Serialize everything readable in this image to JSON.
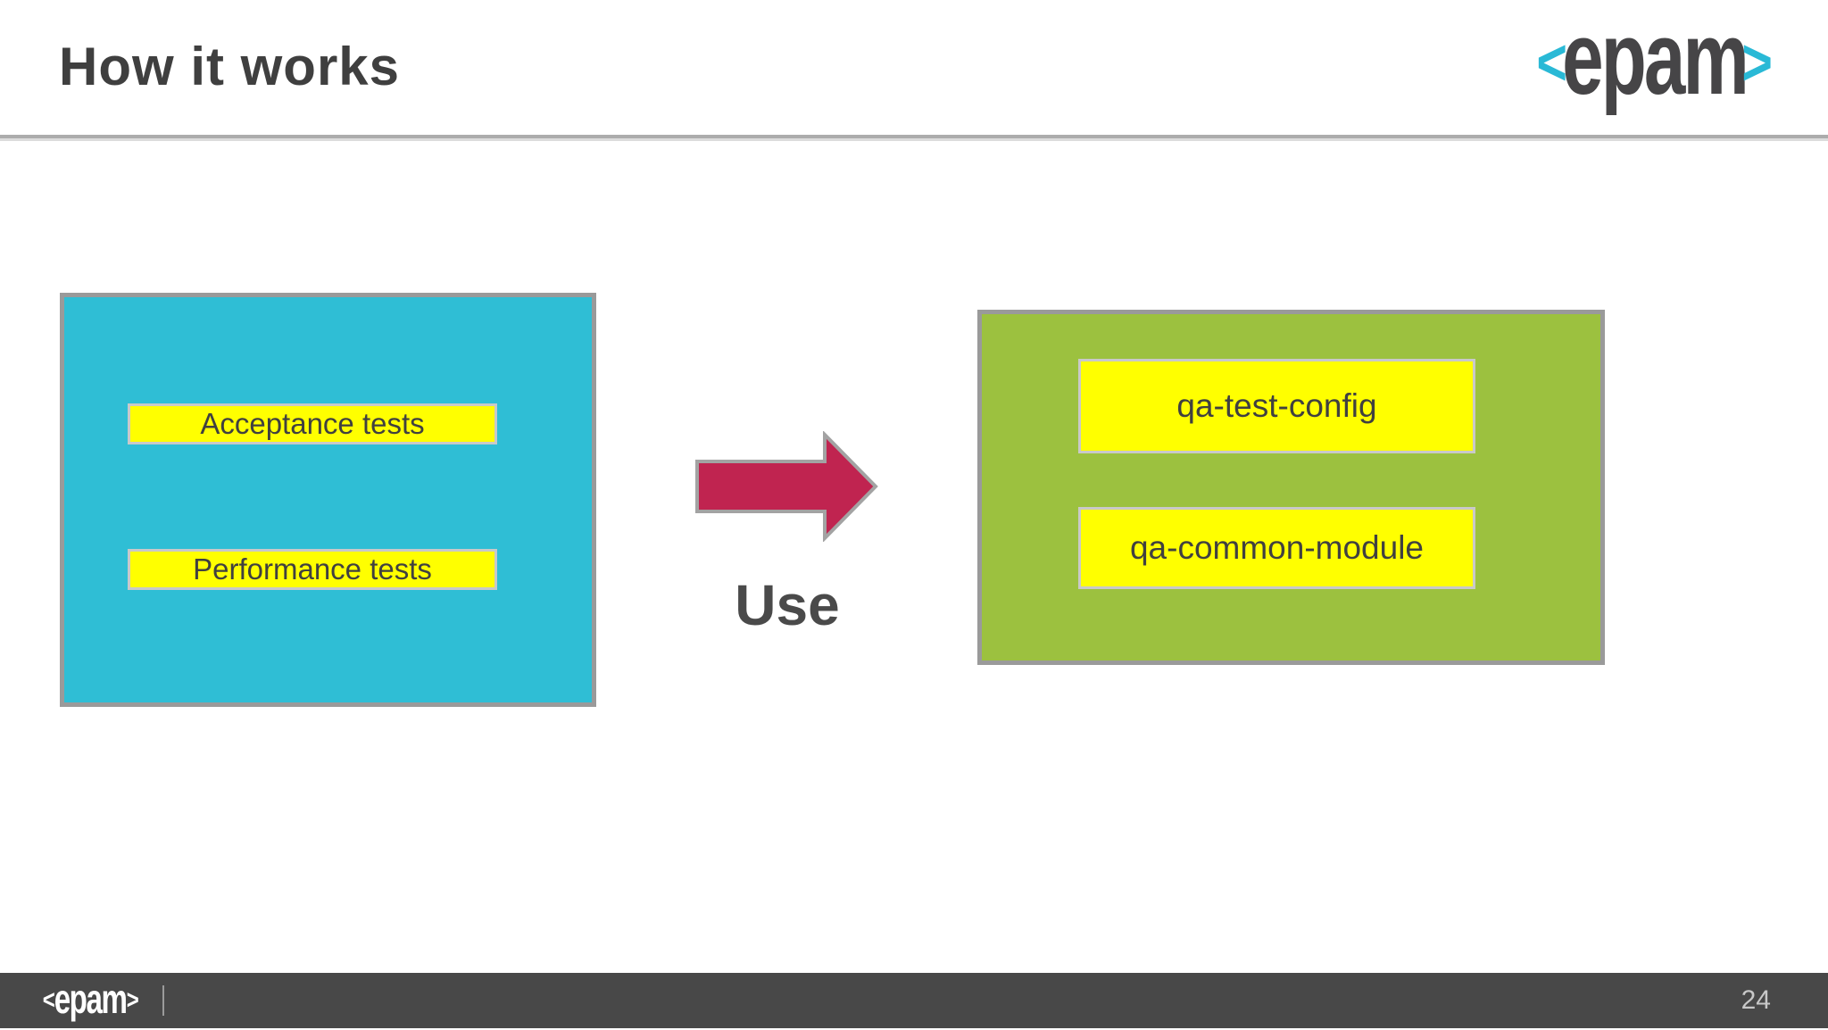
{
  "header": {
    "title": "How it works",
    "epam_logo": {
      "left_bracket": "<",
      "word": "epam",
      "right_bracket": ">"
    }
  },
  "diagram": {
    "tests_box": {
      "items": [
        {
          "label": "Acceptance tests"
        },
        {
          "label": "Performance tests"
        }
      ]
    },
    "arrow": {
      "label": "Use"
    },
    "modules_box": {
      "items": [
        {
          "label": "qa-test-config"
        },
        {
          "label": "qa-common-module"
        }
      ]
    }
  },
  "footer": {
    "epam_logo": {
      "left_bracket": "<",
      "word": "epam",
      "right_bracket": ">"
    },
    "page_number": "24"
  },
  "colors": {
    "tests_box_fill": "#2FBED5",
    "modules_box_fill": "#9CC13F",
    "label_fill": "#FFFF00",
    "arrow_fill": "#C02450",
    "box_border": "#9A9A9A",
    "title_text": "#3F3F3F",
    "footer_bg": "#484848",
    "epam_cyan": "#29B9D6"
  }
}
